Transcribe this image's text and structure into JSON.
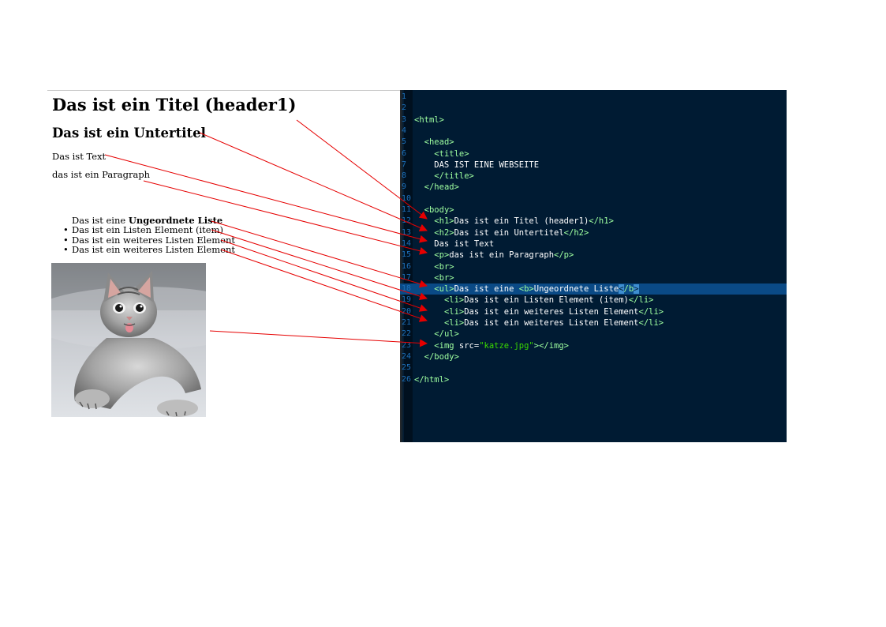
{
  "preview": {
    "h1": "Das ist ein Titel (header1)",
    "h2": "Das ist ein Untertitel",
    "text": "Das ist Text",
    "paragraph": "das ist ein Paragraph",
    "list": {
      "lead_prefix": "Das ist eine ",
      "lead_bold": "Ungeordnete Liste",
      "items": [
        "Das ist ein Listen Element (item)",
        "Das ist ein weiteres Listen Element",
        "Das ist ein weiteres Listen Element"
      ]
    },
    "image_icon": "kitten-photo"
  },
  "editor": {
    "highlighted_line": 18,
    "lines": [
      {
        "n": "1",
        "t": []
      },
      {
        "n": "2",
        "t": []
      },
      {
        "n": "3",
        "t": [
          [
            "tag",
            "<html>"
          ]
        ]
      },
      {
        "n": "4",
        "t": []
      },
      {
        "n": "5",
        "t": [
          [
            "txt",
            "  "
          ],
          [
            "tag",
            "<head>"
          ]
        ]
      },
      {
        "n": "6",
        "t": [
          [
            "txt",
            "    "
          ],
          [
            "tag",
            "<title>"
          ]
        ]
      },
      {
        "n": "7",
        "t": [
          [
            "txt",
            "    DAS IST EINE WEBSEITE"
          ]
        ]
      },
      {
        "n": "8",
        "t": [
          [
            "txt",
            "    "
          ],
          [
            "tag",
            "</title>"
          ]
        ]
      },
      {
        "n": "9",
        "t": [
          [
            "txt",
            "  "
          ],
          [
            "tag",
            "</head>"
          ]
        ]
      },
      {
        "n": "10",
        "t": []
      },
      {
        "n": "11",
        "t": [
          [
            "txt",
            "  "
          ],
          [
            "tag",
            "<body>"
          ]
        ]
      },
      {
        "n": "12",
        "t": [
          [
            "txt",
            "    "
          ],
          [
            "tag",
            "<h1>"
          ],
          [
            "txt",
            "Das ist ein Titel (header1)"
          ],
          [
            "tag",
            "</h1>"
          ]
        ]
      },
      {
        "n": "13",
        "t": [
          [
            "txt",
            "    "
          ],
          [
            "tag",
            "<h2>"
          ],
          [
            "txt",
            "Das ist ein Untertitel"
          ],
          [
            "tag",
            "</h2>"
          ]
        ]
      },
      {
        "n": "14",
        "t": [
          [
            "txt",
            "    Das ist Text"
          ]
        ]
      },
      {
        "n": "15",
        "t": [
          [
            "txt",
            "    "
          ],
          [
            "tag",
            "<p>"
          ],
          [
            "txt",
            "das ist ein Paragraph"
          ],
          [
            "tag",
            "</p>"
          ]
        ]
      },
      {
        "n": "16",
        "t": [
          [
            "txt",
            "    "
          ],
          [
            "tag",
            "<br>"
          ]
        ]
      },
      {
        "n": "17",
        "t": [
          [
            "txt",
            "    "
          ],
          [
            "tag",
            "<br>"
          ]
        ]
      },
      {
        "n": "18",
        "t": [
          [
            "txt",
            "    "
          ],
          [
            "tag",
            "<ul>"
          ],
          [
            "txt",
            "Das ist eine "
          ],
          [
            "tag",
            "<b>"
          ],
          [
            "txt",
            "Ungeordnete Liste"
          ],
          [
            "sel",
            "<"
          ],
          [
            "tag",
            "/b"
          ],
          [
            "sel",
            ">"
          ]
        ]
      },
      {
        "n": "19",
        "t": [
          [
            "txt",
            "      "
          ],
          [
            "tag",
            "<li>"
          ],
          [
            "txt",
            "Das ist ein Listen Element (item)"
          ],
          [
            "tag",
            "</li>"
          ]
        ]
      },
      {
        "n": "20",
        "t": [
          [
            "txt",
            "      "
          ],
          [
            "tag",
            "<li>"
          ],
          [
            "txt",
            "Das ist ein weiteres Listen Element"
          ],
          [
            "tag",
            "</li>"
          ]
        ]
      },
      {
        "n": "21",
        "t": [
          [
            "txt",
            "      "
          ],
          [
            "tag",
            "<li>"
          ],
          [
            "txt",
            "Das ist ein weiteres Listen Element"
          ],
          [
            "tag",
            "</li>"
          ]
        ]
      },
      {
        "n": "22",
        "t": [
          [
            "txt",
            "    "
          ],
          [
            "tag",
            "</ul>"
          ]
        ]
      },
      {
        "n": "23",
        "t": [
          [
            "txt",
            "    "
          ],
          [
            "tag",
            "<img "
          ],
          [
            "attr",
            "src="
          ],
          [
            "str",
            "\"katze.jpg\""
          ],
          [
            "tag",
            "></img>"
          ]
        ]
      },
      {
        "n": "24",
        "t": [
          [
            "txt",
            "  "
          ],
          [
            "tag",
            "</body>"
          ]
        ]
      },
      {
        "n": "25",
        "t": []
      },
      {
        "n": "26",
        "t": [
          [
            "tag",
            "</html>"
          ]
        ]
      }
    ]
  },
  "colors": {
    "editor_bg": "#001b33",
    "tag": "#9effa0",
    "string": "#3ad900",
    "line_number": "#1d6fb8",
    "highlight": "#0a4a86",
    "arrow": "#e60000"
  }
}
